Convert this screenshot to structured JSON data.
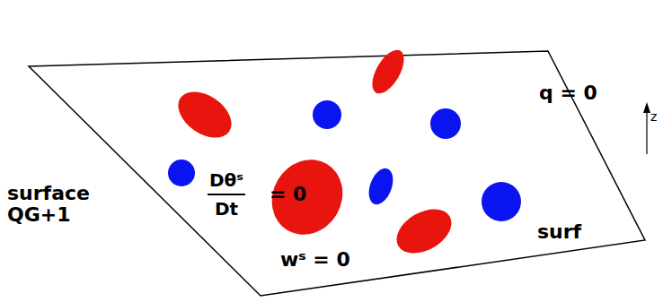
{
  "diagram": {
    "labels": [
      "q = 0",
      "surface QG+1",
      "Dθˢ",
      "Dt",
      "= 0",
      "wˢ = 0",
      "surf",
      "z"
    ]
  }
}
